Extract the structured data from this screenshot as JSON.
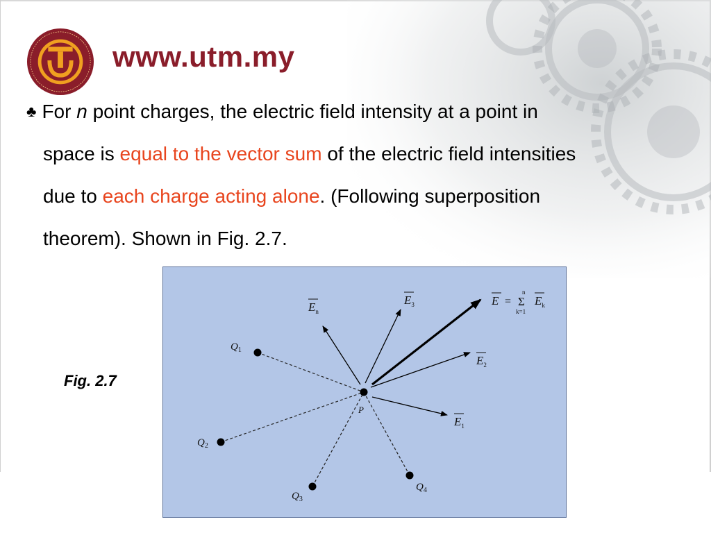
{
  "header": {
    "site_url": "www.utm.my",
    "logo": {
      "icon": "utm-crest-icon",
      "ring_text": "KERANA TUHAN UNTUK MANUSIA • UNIVERSITI TEKNOLOGI MALAYSIA"
    }
  },
  "bullet": {
    "symbol": "♣",
    "line1_a": "For ",
    "line1_n": "n",
    "line1_b": " point charges, the electric field intensity at a point in",
    "line2_a": "space is ",
    "line2_hl": "equal to the vector sum",
    "line2_b": " of the electric field intensities",
    "line3_a": "due to ",
    "line3_hl": "each charge acting alone",
    "line3_b": ". (Following superposition",
    "line4": "theorem). Shown in Fig. 2.7."
  },
  "figure": {
    "caption": "Fig. 2.7",
    "background": "#b3c6e7",
    "point_label": "P",
    "charges": [
      "Q",
      "Q",
      "Q",
      "Q"
    ],
    "charge_subscripts": [
      "1",
      "2",
      "3",
      "4"
    ],
    "field_letter": "E",
    "field_subscripts": [
      "n",
      "3",
      "2",
      "1"
    ],
    "sum_formula": {
      "lhs": "E",
      "eq": "=",
      "upper": "n",
      "sigma": "Σ",
      "lower": "k=1",
      "rhs": "E",
      "rhs_sub": "k"
    }
  },
  "colors": {
    "brand": "#8a1d2a",
    "highlight": "#e8451e",
    "logo_gold": "#f0a020"
  }
}
